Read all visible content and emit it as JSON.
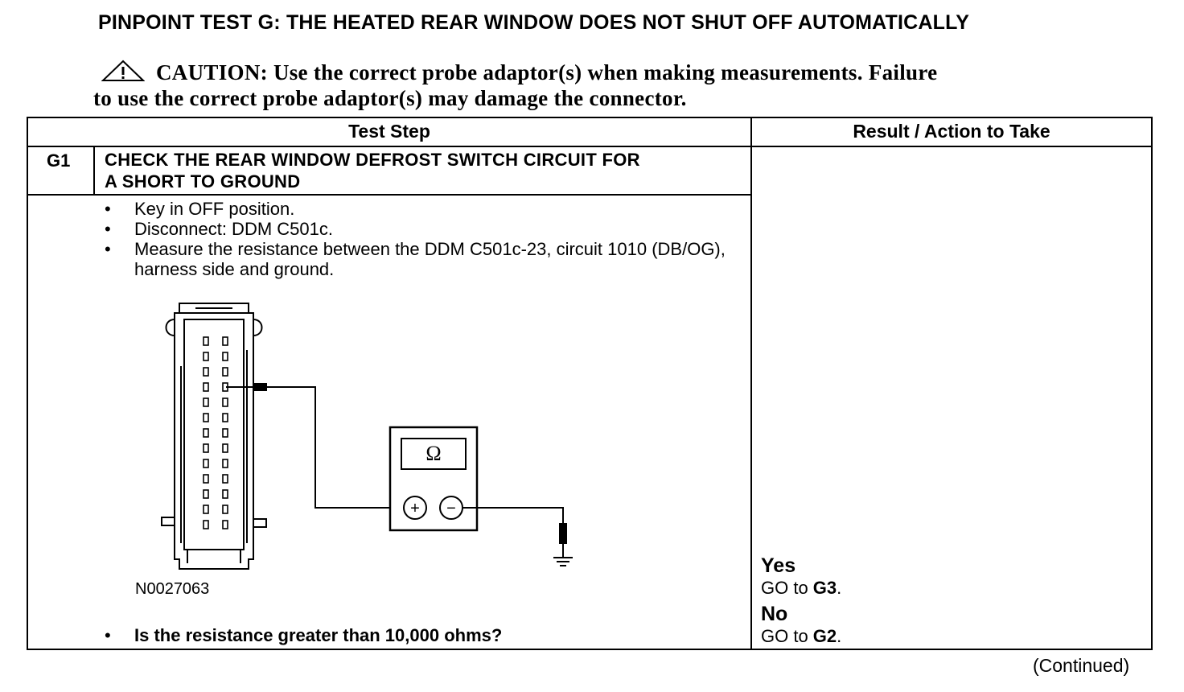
{
  "title": "PINPOINT TEST  G: THE HEATED REAR WINDOW DOES NOT SHUT OFF AUTOMATICALLY",
  "caution": {
    "icon": "warning-triangle-icon",
    "line1": "CAUTION: Use the correct probe adaptor(s) when making measurements. Failure",
    "line2": "to use the correct probe adaptor(s) may damage the connector."
  },
  "table": {
    "headers": {
      "test_step": "Test Step",
      "result": "Result / Action to Take"
    },
    "step": {
      "id": "G1",
      "title_line1": "CHECK THE REAR WINDOW DEFROST SWITCH CIRCUIT FOR",
      "title_line2": "A SHORT TO GROUND",
      "instructions": [
        "Key in OFF position.",
        "Disconnect: DDM C501c.",
        "Measure the resistance between the DDM C501c-23, circuit 1010 (DB/OG), harness side and ground."
      ],
      "figure_id": "N0027063",
      "meter_symbol": "Ω",
      "meter_plus": "+",
      "meter_minus": "−",
      "question": "Is the resistance greater than 10,000 ohms?"
    },
    "results": [
      {
        "label": "Yes",
        "action_prefix": "GO to ",
        "target": "G3",
        "action_suffix": "."
      },
      {
        "label": "No",
        "action_prefix": "GO to ",
        "target": "G2",
        "action_suffix": "."
      }
    ]
  },
  "footer": {
    "continued": "(Continued)"
  }
}
